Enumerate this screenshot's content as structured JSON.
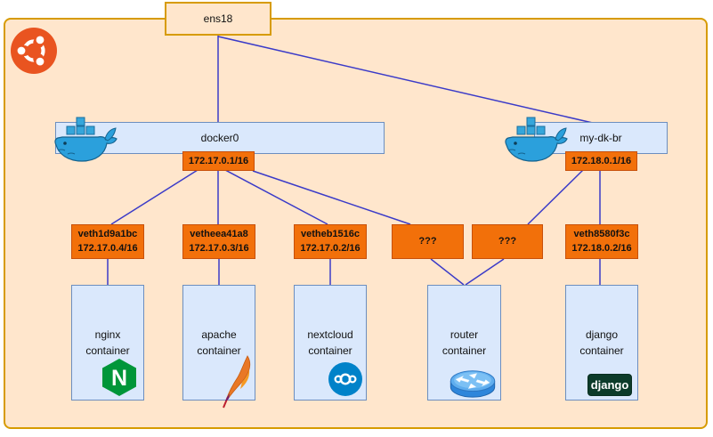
{
  "colors": {
    "canvas_bg": "#FFE6CC",
    "frame_border": "#D79B00",
    "node_blue_fill": "#DAE8FC",
    "node_blue_border": "#6C8EBF",
    "node_orange_fill": "#F2700A",
    "node_orange_border": "#C8500A",
    "edge_blue": "#3B3BC8",
    "ubuntu_orange": "#E95420",
    "nginx_green": "#009639",
    "nextcloud_blue": "#0082C9",
    "django_green": "#0C3B2A"
  },
  "interface_node": {
    "label": "ens18"
  },
  "bridges": [
    {
      "name": "docker0",
      "ip_label": "172.17.0.1/16"
    },
    {
      "name": "my-dk-br",
      "ip_label": "172.18.0.1/16"
    }
  ],
  "veth_nodes": [
    {
      "label": "veth1d9a1bc\n172.17.0.4/16"
    },
    {
      "label": "vetheea41a8\n172.17.0.3/16"
    },
    {
      "label": "vetheb1516c\n172.17.0.2/16"
    },
    {
      "label": "???"
    },
    {
      "label": "???"
    },
    {
      "label": "veth8580f3c\n172.18.0.2/16"
    }
  ],
  "containers": [
    {
      "label": "nginx\ncontainer"
    },
    {
      "label": "apache\ncontainer"
    },
    {
      "label": "nextcloud\ncontainer"
    },
    {
      "label": "router\ncontainer"
    },
    {
      "label": "django\ncontainer"
    }
  ],
  "badges": {
    "django_logo_text": "django",
    "nginx_letter": "N"
  },
  "edges": [
    "ens18->docker0",
    "ens18->my-dk-br",
    "docker0->veth1d9a1bc",
    "docker0->vetheea41a8",
    "docker0->vetheb1516c",
    "docker0->???(left)",
    "my-dk-br->???(right)",
    "my-dk-br->veth8580f3c",
    "veth1d9a1bc->nginx",
    "vetheea41a8->apache",
    "vetheb1516c->nextcloud",
    "???(left)->router",
    "???(right)->router",
    "veth8580f3c->django"
  ]
}
